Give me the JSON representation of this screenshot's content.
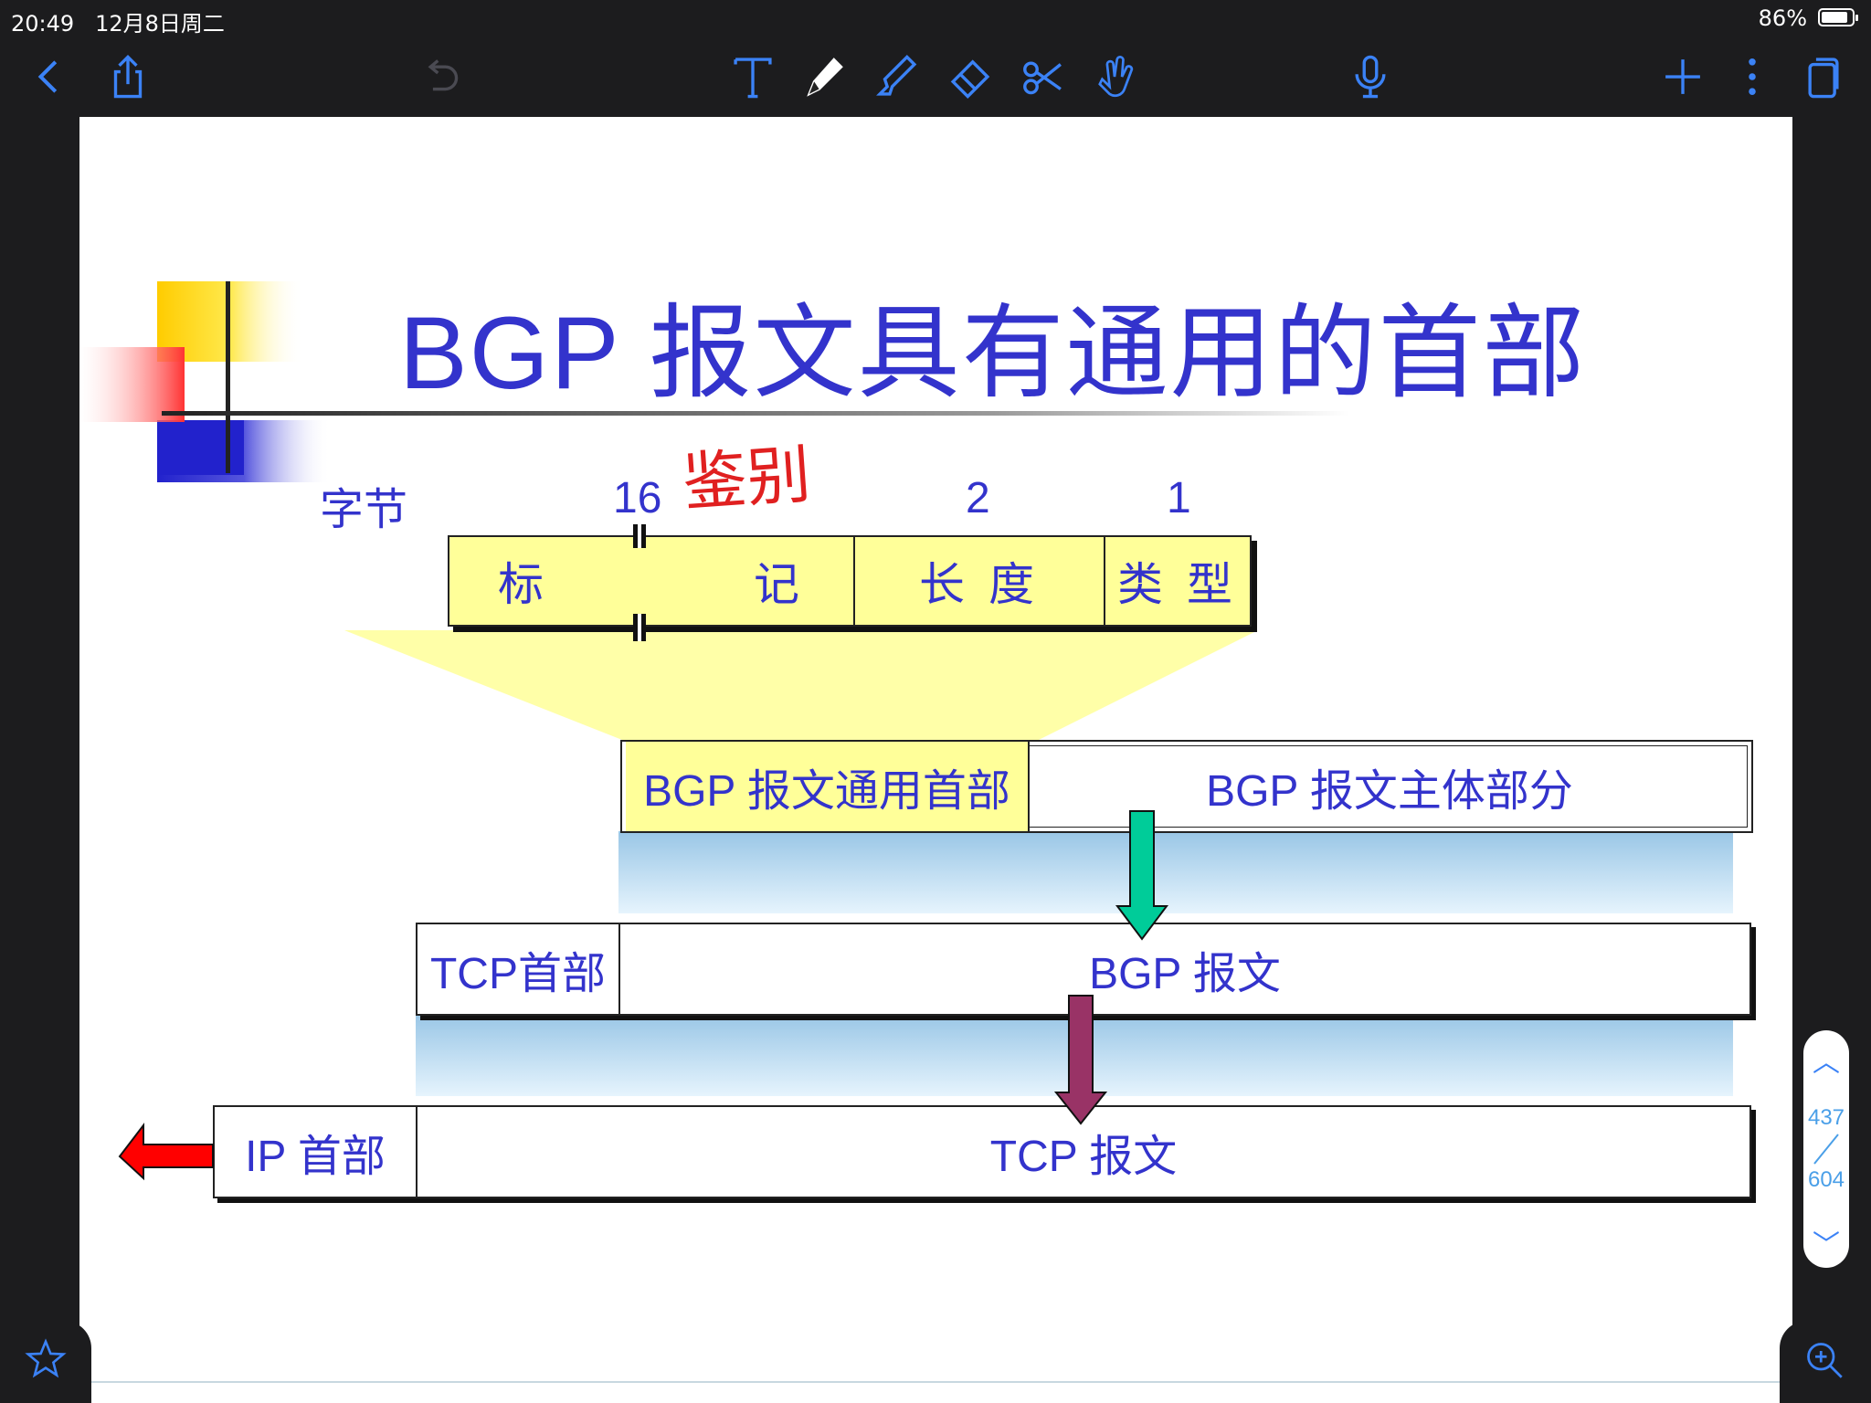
{
  "status_bar": {
    "time": "20:49",
    "date": "12月8日周二",
    "battery": "86%"
  },
  "toolbar": {
    "icons": [
      "back-icon",
      "share-icon",
      "undo-icon",
      "text-tool-icon",
      "pencil-icon",
      "highlighter-icon",
      "eraser-icon",
      "scissors-icon",
      "hand-pointer-icon",
      "microphone-icon",
      "add-icon",
      "more-icon",
      "pages-icon"
    ]
  },
  "slide": {
    "title": "BGP 报文具有通用的首部",
    "handwritten_note": "鉴别",
    "bytes_label": "字节",
    "byte_counts": {
      "marker": "16",
      "length": "2",
      "type": "1"
    },
    "header_fields": {
      "marker": "标　　　　记",
      "length": "长 度",
      "type": "类 型"
    },
    "bgp_message": {
      "common_header": "BGP 报文通用首部",
      "body": "BGP 报文主体部分"
    },
    "tcp_segment": {
      "header": "TCP首部",
      "payload": "BGP 报文"
    },
    "ip_datagram": {
      "header": "IP 首部",
      "payload": "TCP 报文"
    },
    "colors": {
      "title": "#3333cc",
      "header_fill": "#ffff99",
      "band": "#c8e6f8",
      "green_arrow": "#00cc99",
      "maroon_arrow": "#993366",
      "red_arrow": "#ff0000"
    }
  },
  "page_nav": {
    "current": "437",
    "total": "604"
  }
}
